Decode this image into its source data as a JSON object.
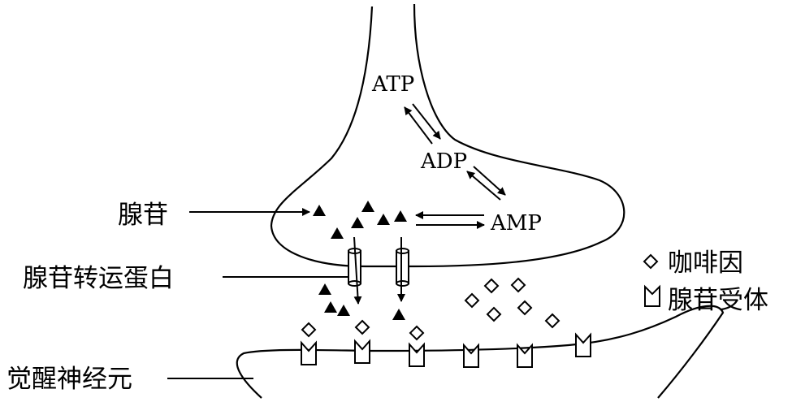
{
  "diagram": {
    "metabolites": {
      "atp": "ATP",
      "adp": "ADP",
      "amp": "AMP"
    },
    "labels": {
      "adenosine": "腺苷",
      "adenosine_transporter": "腺苷转运蛋白",
      "arousal_neuron": "觉醒神经元"
    },
    "legend": {
      "caffeine": "咖啡因",
      "adenosine_receptor": "腺苷受体"
    }
  }
}
